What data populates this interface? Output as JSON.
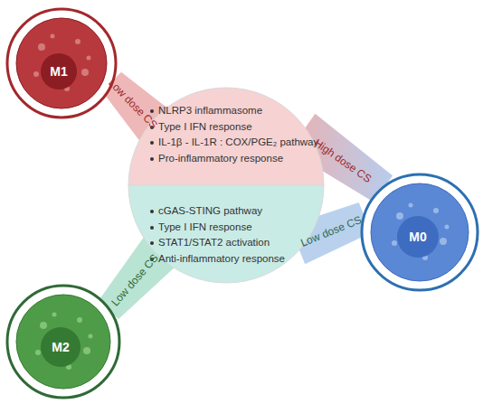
{
  "diagram": {
    "nodes": [
      {
        "text": [
          "M1"
        ]
      },
      {
        "text": [
          "NLRP3 inflammasome",
          "Type I IFN response",
          "IL-1β - IL-1R : COX/PGE₂ pathway",
          "Pro-inflammatory response"
        ]
      },
      {
        "text": [
          "cGAS-STING pathway",
          "Type I IFN response",
          "STAT1/STAT2 activation",
          "Anti-inflammatory response"
        ]
      },
      {
        "text": [
          "M0"
        ]
      },
      {
        "text": [
          "M2"
        ]
      }
    ],
    "edges": [
      {
        "from": 0,
        "to": 1,
        "label": "Low dose CS",
        "arrow": "none"
      },
      {
        "from": 1,
        "to": 3,
        "label": "High dose CS",
        "arrow": "none"
      },
      {
        "from": 3,
        "to": 2,
        "label": "Low dose CS",
        "arrow": "none"
      },
      {
        "from": 4,
        "to": 2,
        "label": "Low dose CS",
        "arrow": "none"
      }
    ]
  }
}
